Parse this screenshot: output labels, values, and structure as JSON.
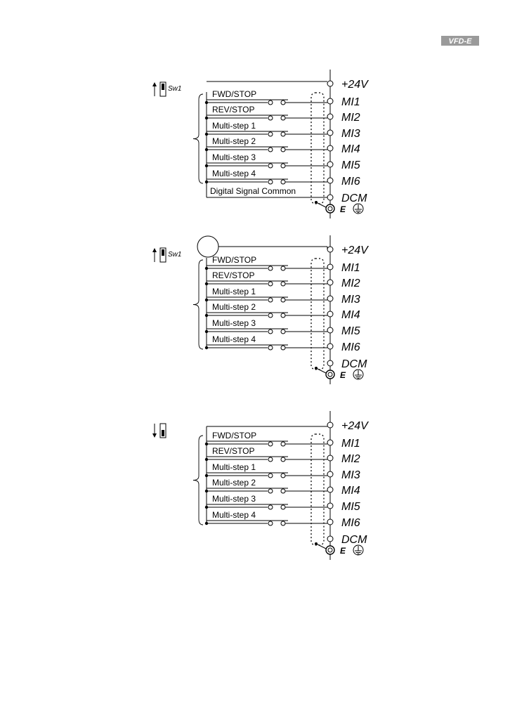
{
  "header": {
    "logo_text": "VFD-E"
  },
  "diagrams": [
    {
      "switch_label": "Sw1",
      "switch_direction": "up",
      "has_circle_on_24v": false,
      "has_dcm_wire": true,
      "inputs": [
        "FWD/STOP",
        "REV/STOP",
        "Multi-step 1",
        "Multi-step 2",
        "Multi-step 3",
        "Multi-step 4"
      ],
      "common_label": "Digital Signal Common",
      "terminals": [
        "+24V",
        "MI1",
        "MI2",
        "MI3",
        "MI4",
        "MI5",
        "MI6",
        "DCM",
        "E"
      ]
    },
    {
      "switch_label": "Sw1",
      "switch_direction": "up",
      "has_circle_on_24v": true,
      "has_dcm_wire": false,
      "inputs": [
        "FWD/STOP",
        "REV/STOP",
        "Multi-step 1",
        "Multi-step 2",
        "Multi-step 3",
        "Multi-step 4"
      ],
      "common_label": "",
      "terminals": [
        "+24V",
        "MI1",
        "MI2",
        "MI3",
        "MI4",
        "MI5",
        "MI6",
        "DCM",
        "E"
      ]
    },
    {
      "switch_label": "",
      "switch_direction": "down",
      "has_circle_on_24v": false,
      "has_dcm_wire": false,
      "inputs": [
        "FWD/STOP",
        "REV/STOP",
        "Multi-step 1",
        "Multi-step 2",
        "Multi-step 3",
        "Multi-step 4"
      ],
      "common_label": "",
      "terminals": [
        "+24V",
        "MI1",
        "MI2",
        "MI3",
        "MI4",
        "MI5",
        "MI6",
        "DCM",
        "E"
      ]
    }
  ]
}
